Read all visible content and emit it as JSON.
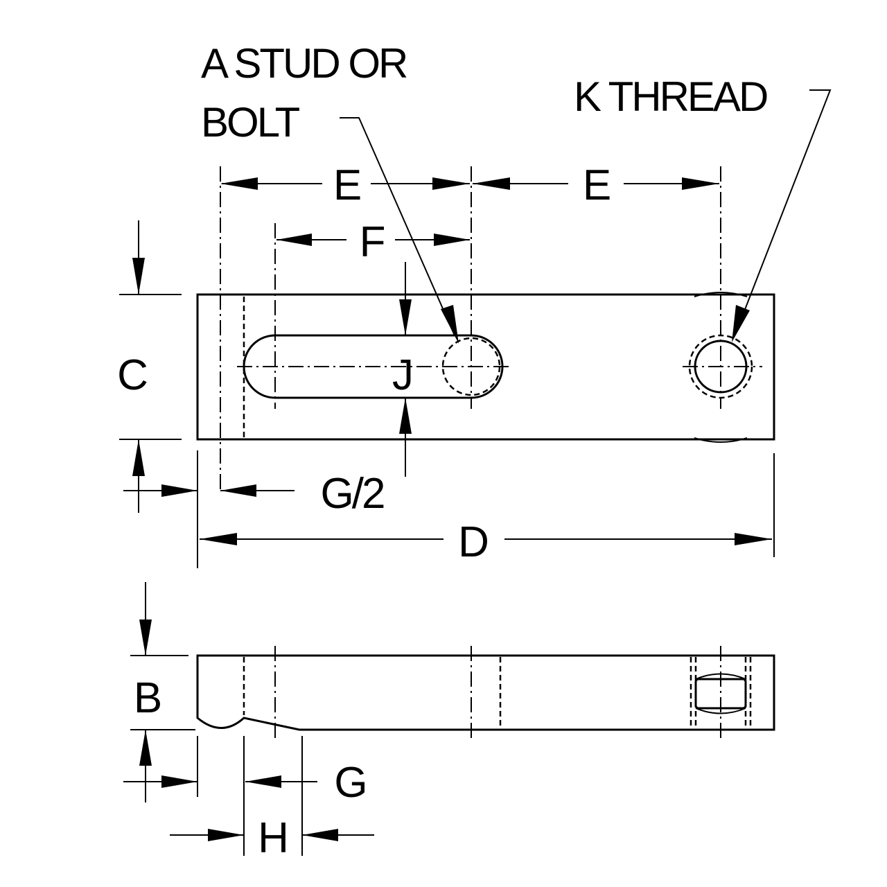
{
  "labels": {
    "stud_line1": "A STUD OR",
    "stud_line2": "BOLT",
    "thread": "K THREAD",
    "e_left": "E",
    "e_right": "E",
    "f": "F",
    "c": "C",
    "j": "J",
    "g_half": "G/2",
    "d": "D",
    "b": "B",
    "g": "G",
    "h": "H"
  }
}
